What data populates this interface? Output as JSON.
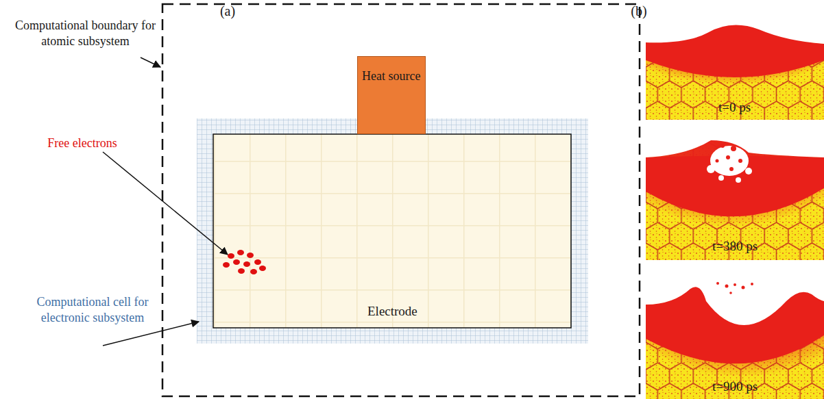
{
  "diagram": {
    "nodes": [
      {
        "text": [
          "Heat source"
        ]
      },
      {
        "text": [
          "Electrode"
        ]
      },
      {
        "text": [
          "t=0 ps"
        ]
      },
      {
        "text": [
          "t=380 ps"
        ]
      },
      {
        "text": [
          "t=900 ps"
        ]
      }
    ],
    "labels": [
      "(a)",
      "(b)",
      "Computational boundary for atomic subsystem",
      "Free electrons",
      "Computational cell for electronic subsystem"
    ]
  }
}
